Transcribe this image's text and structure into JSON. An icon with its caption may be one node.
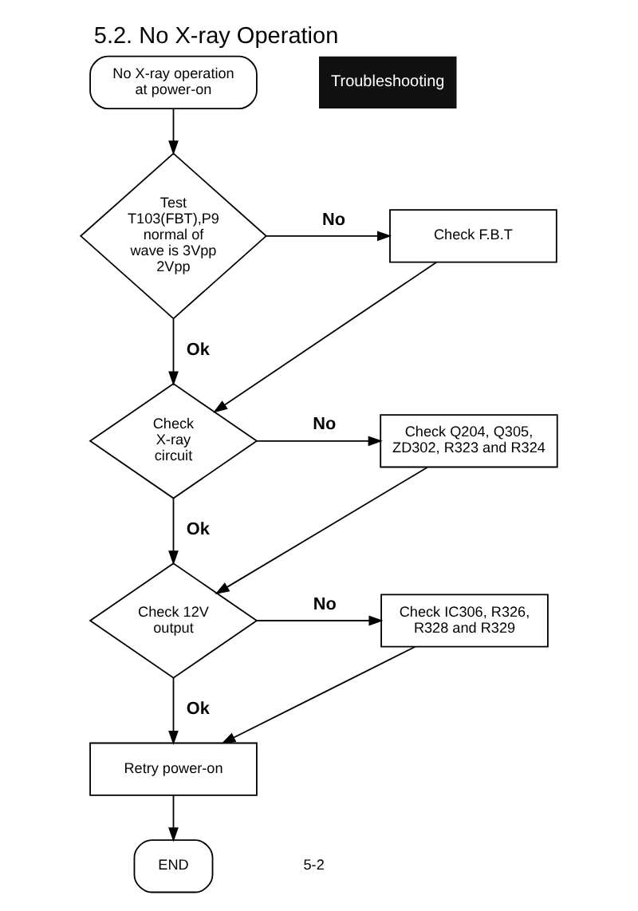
{
  "diagram": {
    "title": "5.2. No X-ray Operation",
    "nodes": [
      {
        "text": [
          "No X-ray operation at power-on"
        ]
      },
      {
        "text": [
          "Test T103(FBT),P9 normal of wave is 3Vpp 2Vpp"
        ]
      },
      {
        "text": [
          "Check F.B.T"
        ]
      },
      {
        "text": [
          "Check X-ray circuit"
        ]
      },
      {
        "text": [
          "Check Q204, Q305, ZD302, R323 and R324"
        ]
      },
      {
        "text": [
          "Check 12V output"
        ]
      },
      {
        "text": [
          "Check IC306, R326, R328 and R329"
        ]
      },
      {
        "text": [
          "Retry power-on"
        ]
      },
      {
        "text": [
          "END"
        ]
      }
    ],
    "edges": [
      {
        "from": 0,
        "to": 1,
        "arrow": "to"
      },
      {
        "from": 1,
        "to": 2,
        "arrow": "to",
        "label": "No"
      },
      {
        "from": 1,
        "to": 3,
        "arrow": "to",
        "label": "Ok"
      },
      {
        "from": 2,
        "to": 3,
        "arrow": "to"
      },
      {
        "from": 3,
        "to": 4,
        "arrow": "to",
        "label": "No"
      },
      {
        "from": 3,
        "to": 5,
        "arrow": "to",
        "label": "Ok"
      },
      {
        "from": 4,
        "to": 5,
        "arrow": "to"
      },
      {
        "from": 5,
        "to": 6,
        "arrow": "to",
        "label": "No"
      },
      {
        "from": 5,
        "to": 7,
        "arrow": "to",
        "label": "Ok"
      },
      {
        "from": 6,
        "to": 7,
        "arrow": "to"
      },
      {
        "from": 7,
        "to": 8,
        "arrow": "to"
      }
    ],
    "labels": [
      "Troubleshooting",
      "5-2"
    ]
  }
}
